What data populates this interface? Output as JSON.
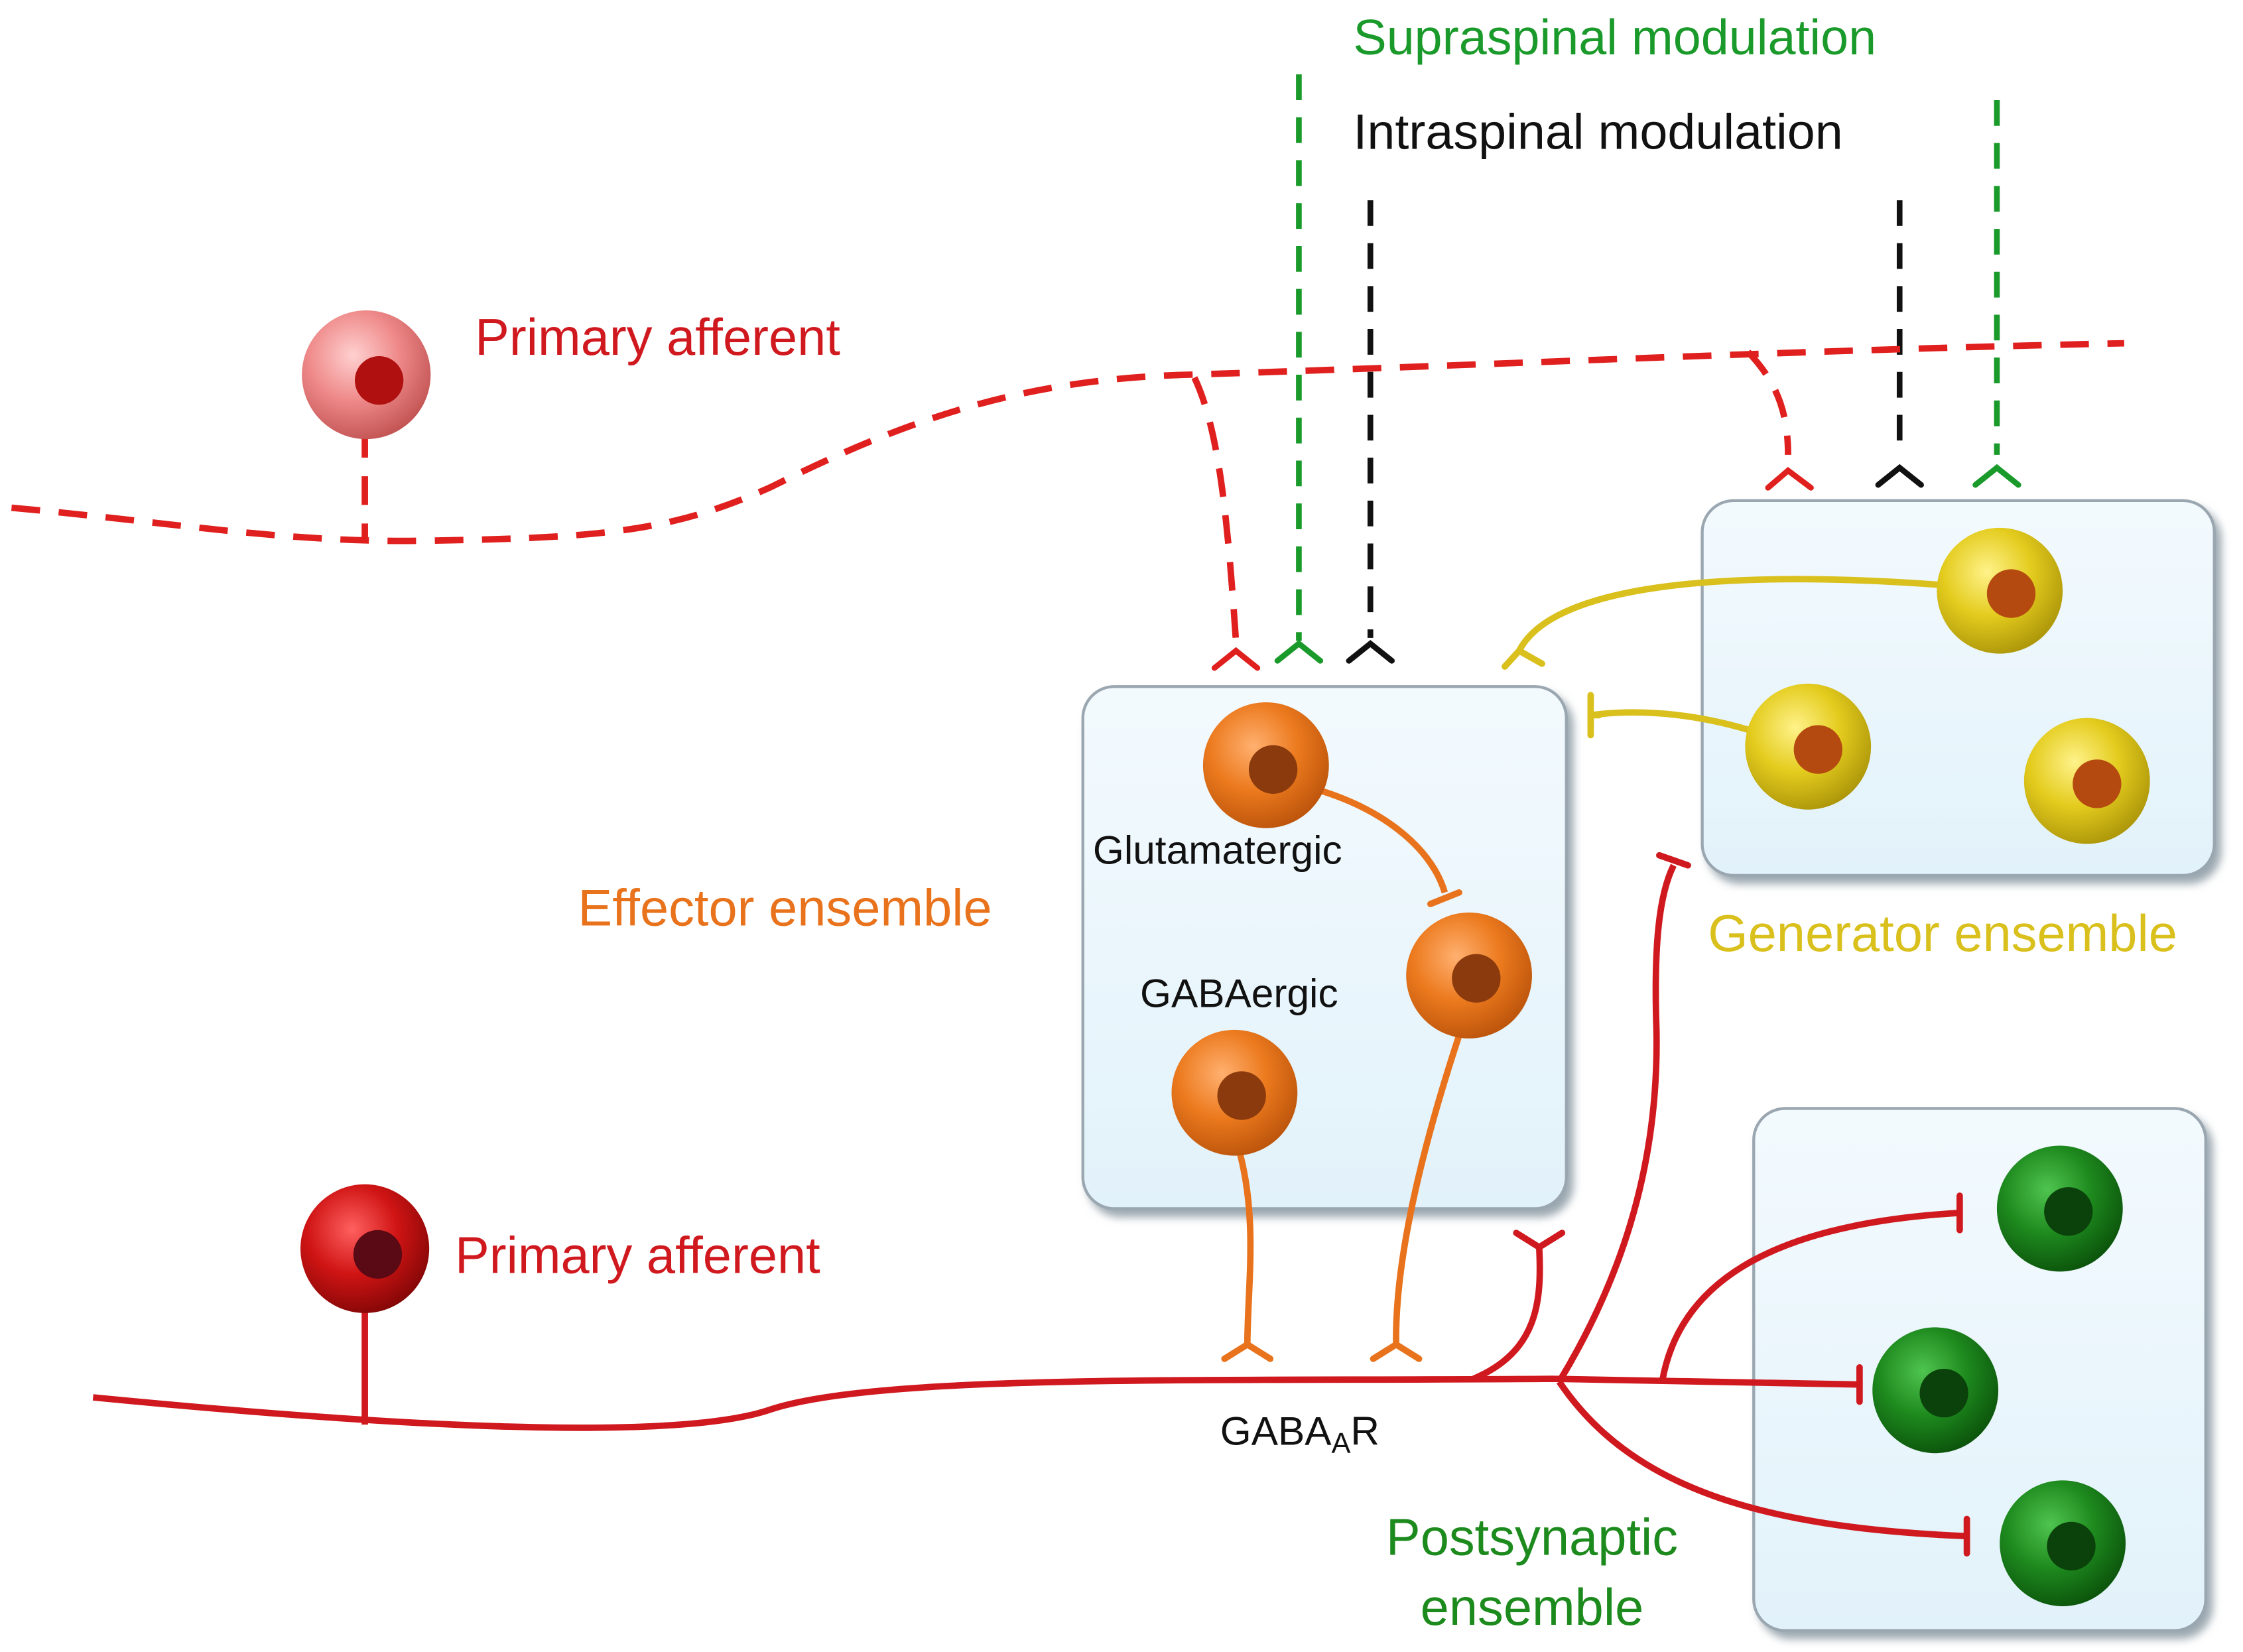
{
  "labels": {
    "supraspinal": "Supraspinal modulation",
    "intraspinal": "Intraspinal modulation",
    "primary_afferent_top": "Primary afferent",
    "primary_afferent_bottom": "Primary afferent",
    "effector": "Effector ensemble",
    "generator": "Generator ensemble",
    "glutamatergic": "Glutamatergic",
    "gabaergic": "GABAergic",
    "gabaar_main": "GABA",
    "gabaar_sub": "A",
    "gabaar_end": "R",
    "postsynaptic_1": "Postsynaptic",
    "postsynaptic_2": "ensemble"
  },
  "colors": {
    "afferent_red": "#d0191f",
    "afferent_dashed": "#e0201e",
    "supraspinal_green": "#1a9a2a",
    "intraspinal_black": "#111111",
    "effector_orange": "#e8731c",
    "generator_yellow": "#d9c01c",
    "postsynaptic_green": "#1d8a1d",
    "box_fill": "#eaf6fc"
  }
}
